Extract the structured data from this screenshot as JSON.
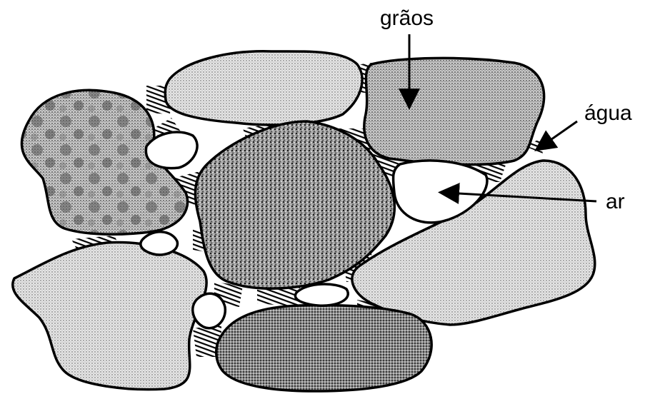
{
  "labels": {
    "graos": "grãos",
    "agua": "água",
    "ar": "ar"
  },
  "colors": {
    "outline": "#000000",
    "background": "#ffffff",
    "grain_light": "#d9d9d9",
    "grain_medium": "#b5b5b5",
    "grain_dark": "#7a7a7a",
    "grain_darker": "#5e5e5e",
    "water_stripes": "#000000"
  },
  "icons": [
    "arrow-graos",
    "arrow-agua",
    "arrow-ar"
  ]
}
